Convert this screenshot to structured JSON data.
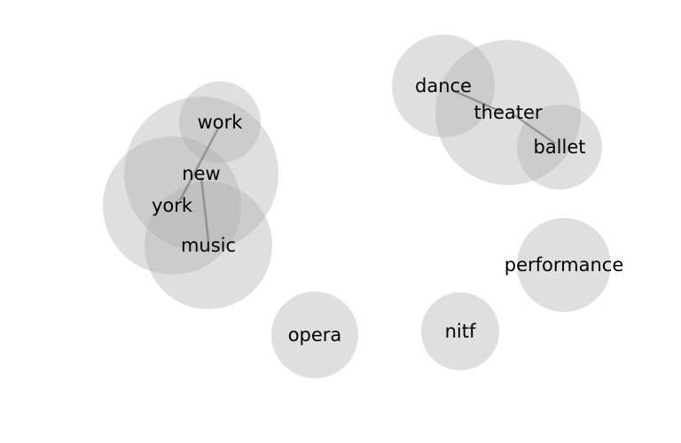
{
  "nodes": [
    {
      "id": "work",
      "label": "work"
    },
    {
      "id": "new",
      "label": "new"
    },
    {
      "id": "york",
      "label": "york"
    },
    {
      "id": "music",
      "label": "music"
    },
    {
      "id": "dance",
      "label": "dance"
    },
    {
      "id": "theater",
      "label": "theater"
    },
    {
      "id": "ballet",
      "label": "ballet"
    },
    {
      "id": "performance",
      "label": "performance"
    },
    {
      "id": "opera",
      "label": "opera"
    },
    {
      "id": "nitf",
      "label": "nitf"
    }
  ],
  "edges": [
    {
      "source": "work",
      "target": "york"
    },
    {
      "source": "new",
      "target": "music"
    },
    {
      "source": "dance",
      "target": "theater"
    },
    {
      "source": "theater",
      "target": "ballet"
    }
  ],
  "colors": {
    "node_fill": "#afafaf",
    "edge": "#787878",
    "label": "#000000"
  }
}
